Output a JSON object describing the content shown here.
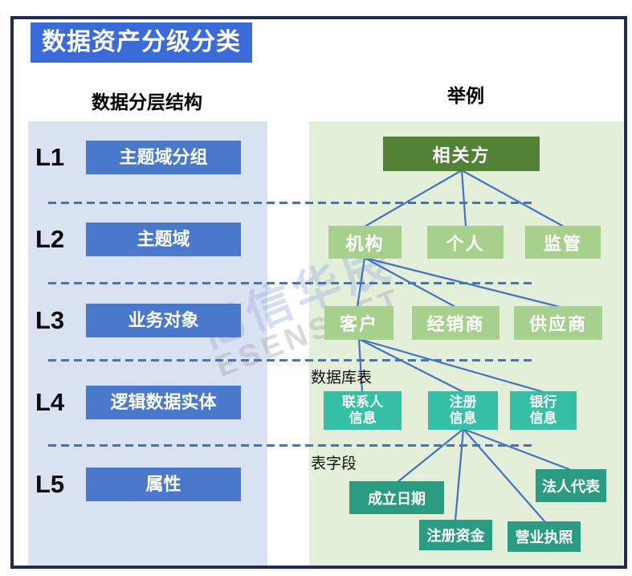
{
  "title": "数据资产分级分类",
  "left_panel": {
    "header": "数据分层结构",
    "levels": [
      {
        "id": "L1",
        "label": "主题域分组"
      },
      {
        "id": "L2",
        "label": "主题域"
      },
      {
        "id": "L3",
        "label": "业务对象"
      },
      {
        "id": "L4",
        "label": "逻辑数据实体"
      },
      {
        "id": "L5",
        "label": "属性"
      }
    ]
  },
  "right_panel": {
    "header": "举例",
    "root_node": "相关方",
    "level2_nodes": [
      "机构",
      "个人",
      "监管"
    ],
    "level3_nodes": [
      "客户",
      "经销商",
      "供应商"
    ],
    "table_label": "数据库表",
    "level4_nodes": [
      [
        "联系人",
        "信息"
      ],
      [
        "注册",
        "信息"
      ],
      [
        "银行",
        "信息"
      ]
    ],
    "field_label": "表字段",
    "level5_nodes": [
      "成立日期",
      "注册资金",
      "法人代表",
      "营业执照"
    ]
  },
  "watermark": {
    "cn": "亿信华辰",
    "en": "ESENSOFT"
  },
  "colors": {
    "frame_border": "#1d2b4c",
    "title_bg": "#3a6bd8",
    "level_box_bg": "#4a78ca",
    "left_panel_bg": "#d9e1f3",
    "right_panel_bg": "#e4efda",
    "root_node_bg": "#538135",
    "green_node_bg": "#a8d08d",
    "teal_node_bg": "#35bfa6",
    "dark_teal_node_bg": "#2b9b81",
    "connector": "#4472c4"
  }
}
